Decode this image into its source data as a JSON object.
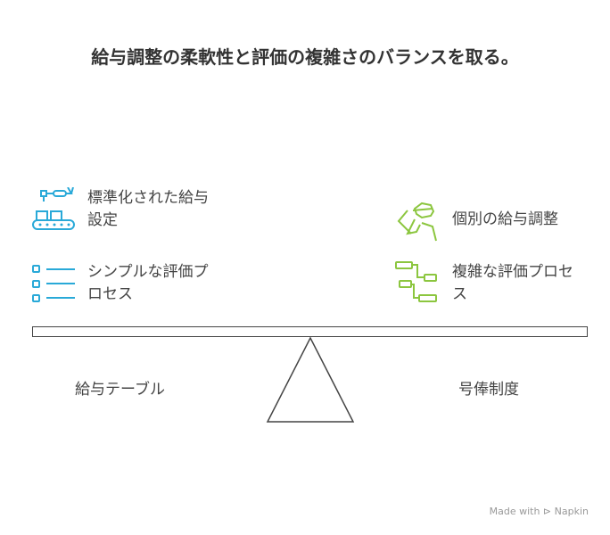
{
  "title": "給与調整の柔軟性と評価の複雑さのバランスを取る。",
  "left": {
    "items": [
      {
        "label": "標準化された給与設定",
        "icon": "conveyor-robot-icon"
      },
      {
        "label": "シンプルな評価プロセス",
        "icon": "list-icon"
      }
    ],
    "base_label": "給与テーブル"
  },
  "right": {
    "items": [
      {
        "label": "個別の給与調整",
        "icon": "worker-icon"
      },
      {
        "label": "複雑な評価プロセス",
        "icon": "flowchart-icon"
      }
    ],
    "base_label": "号俸制度"
  },
  "colors": {
    "left": "#29a9d8",
    "right": "#8cc63f",
    "line": "#444444"
  },
  "watermark": "Made with ⊳ Napkin"
}
